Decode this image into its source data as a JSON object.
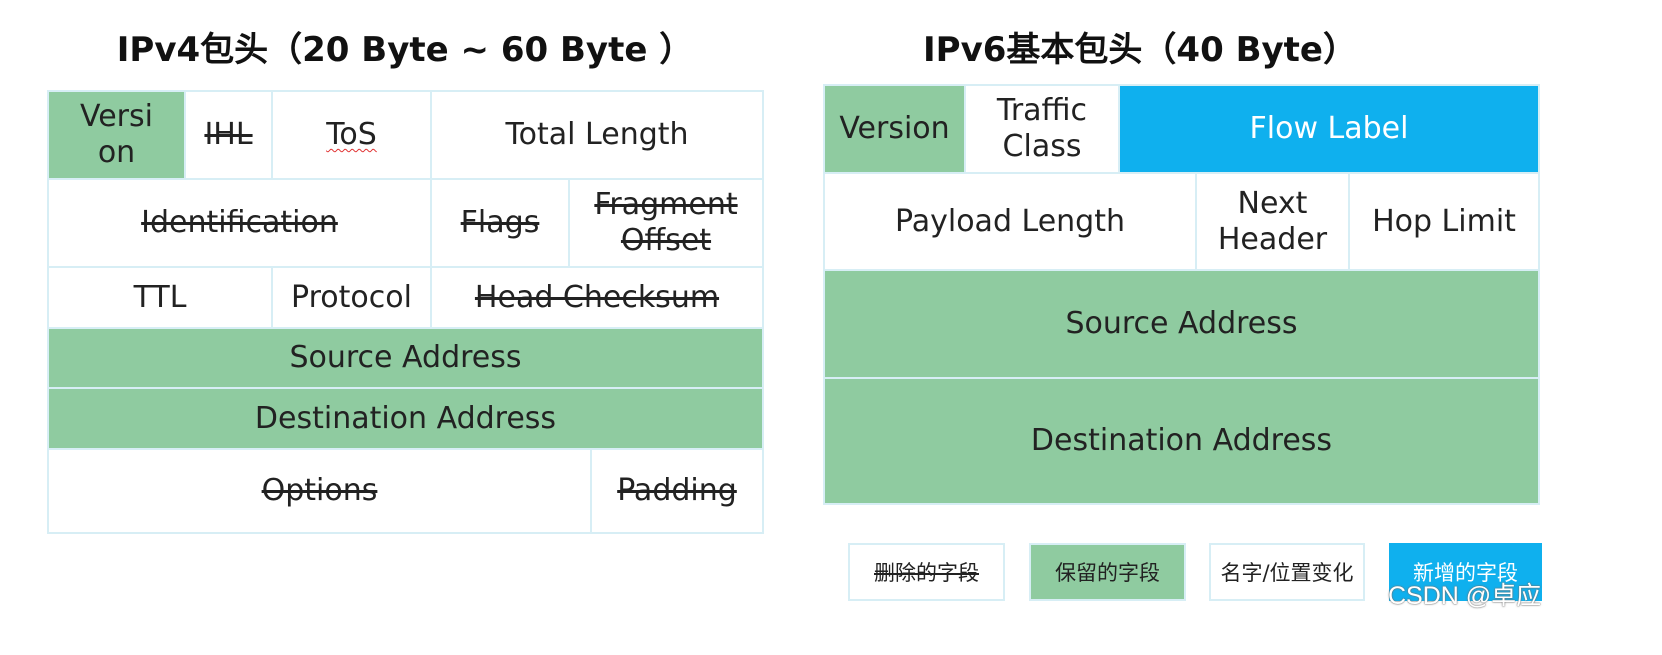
{
  "ipv4": {
    "title": "IPv4包头（20 Byte ~ 60 Byte ）",
    "fields": {
      "version": "Version",
      "ihl": "IHL",
      "tos": "ToS",
      "total_length": "Total Length",
      "identification": "Identification",
      "flags": "Flags",
      "fragment_offset": "Fragment Offset",
      "ttl": "TTL",
      "protocol": "Protocol",
      "head_checksum": "Head Checksum",
      "source_address": "Source Address",
      "destination_address": "Destination Address",
      "options": "Options",
      "padding": "Padding"
    }
  },
  "ipv6": {
    "title": "IPv6基本包头（40 Byte）",
    "fields": {
      "version": "Version",
      "traffic_class": "Traffic Class",
      "flow_label": "Flow Label",
      "payload_length": "Payload Length",
      "next_header": "Next Header",
      "hop_limit": "Hop Limit",
      "source_address": "Source Address",
      "destination_address": "Destination Address"
    }
  },
  "legend": {
    "deleted": "删除的字段",
    "kept": "保留的字段",
    "renamed_moved": "名字/位置变化",
    "added": "新增的字段"
  },
  "watermark": "CSDN @卓应",
  "colors": {
    "kept": "#8fcba0",
    "added": "#0fb0ee",
    "border": "#d7eef5"
  }
}
